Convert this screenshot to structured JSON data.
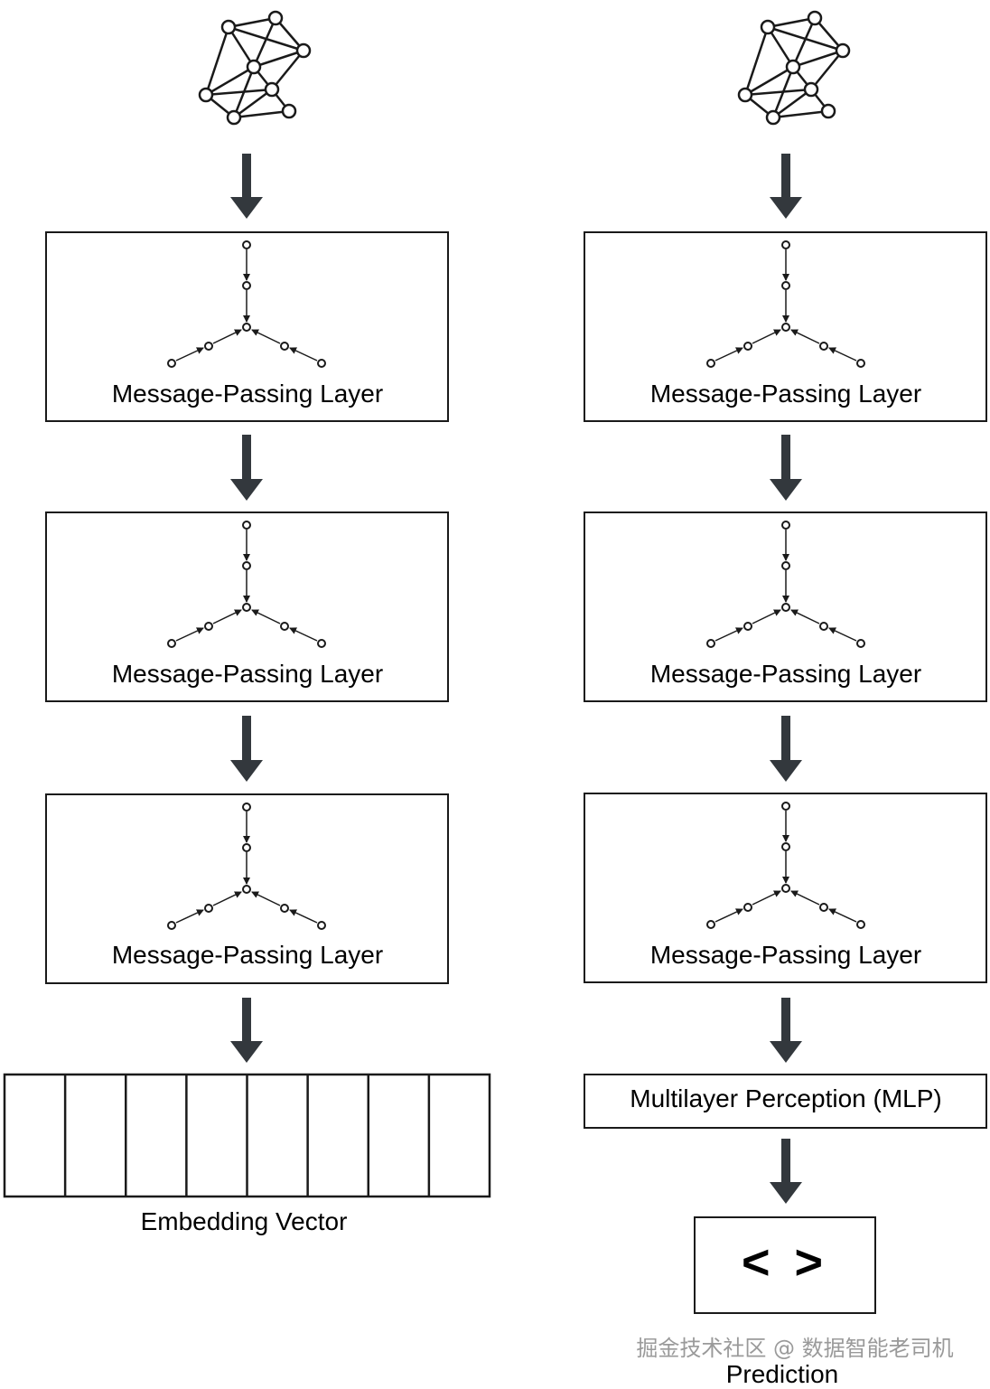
{
  "colors": {
    "arrow": "#33383d",
    "stroke": "#1a1a1a",
    "background": "#ffffff",
    "watermark": "#9a9a9a"
  },
  "left_column": {
    "input_graph_icon": "graph-network-icon",
    "layers": [
      {
        "label": "Message-Passing Layer"
      },
      {
        "label": "Message-Passing Layer"
      },
      {
        "label": "Message-Passing Layer"
      }
    ],
    "output": {
      "label": "Embedding Vector",
      "cell_count": 8
    }
  },
  "right_column": {
    "input_graph_icon": "graph-network-icon",
    "layers": [
      {
        "label": "Message-Passing Layer"
      },
      {
        "label": "Message-Passing Layer"
      },
      {
        "label": "Message-Passing Layer"
      }
    ],
    "mlp": {
      "label": "Multilayer Perception (MLP)"
    },
    "prediction": {
      "symbol": "< >",
      "label": "Prediction"
    }
  },
  "watermark": "掘金技术社区 @ 数据智能老司机"
}
